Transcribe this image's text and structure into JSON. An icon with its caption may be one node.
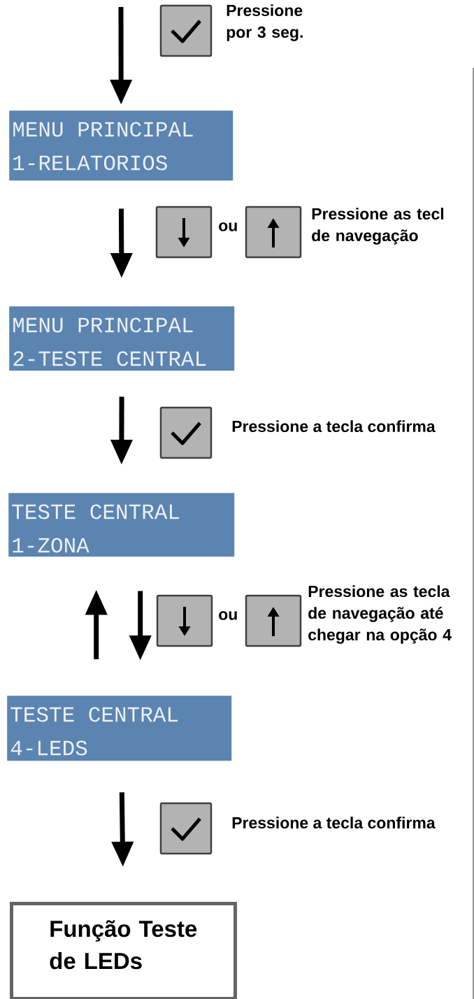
{
  "diagram": {
    "nodes": [
      {
        "text": [
          "MENU PRINCIPAL",
          "1-RELATORIOS"
        ]
      },
      {
        "text": [
          "MENU PRINCIPAL",
          "2-TESTE CENTRAL"
        ]
      },
      {
        "text": [
          "TESTE CENTRAL",
          "1-ZONA"
        ]
      },
      {
        "text": [
          "TESTE CENTRAL",
          "4-LEDS"
        ]
      },
      {
        "text": [
          "Função Teste de LEDs"
        ]
      }
    ],
    "edges": [
      {
        "from": null,
        "to": 0,
        "arrow": "to"
      },
      {
        "from": 0,
        "to": 1,
        "arrow": "to"
      },
      {
        "from": 1,
        "to": 2,
        "arrow": "to"
      },
      {
        "from": 2,
        "to": 3,
        "arrow": "to"
      },
      {
        "from": 3,
        "to": 2,
        "arrow": "to"
      },
      {
        "from": 3,
        "to": 4,
        "arrow": "to"
      }
    ],
    "labels": [
      "Pressione por 3 seg.",
      "ou",
      "Pressione as tecl de navegação",
      "Pressione a tecla confirma",
      "ou",
      "Pressione as tecla de navegação até chegar na opção 4",
      "Pressione a tecla confirma"
    ]
  }
}
